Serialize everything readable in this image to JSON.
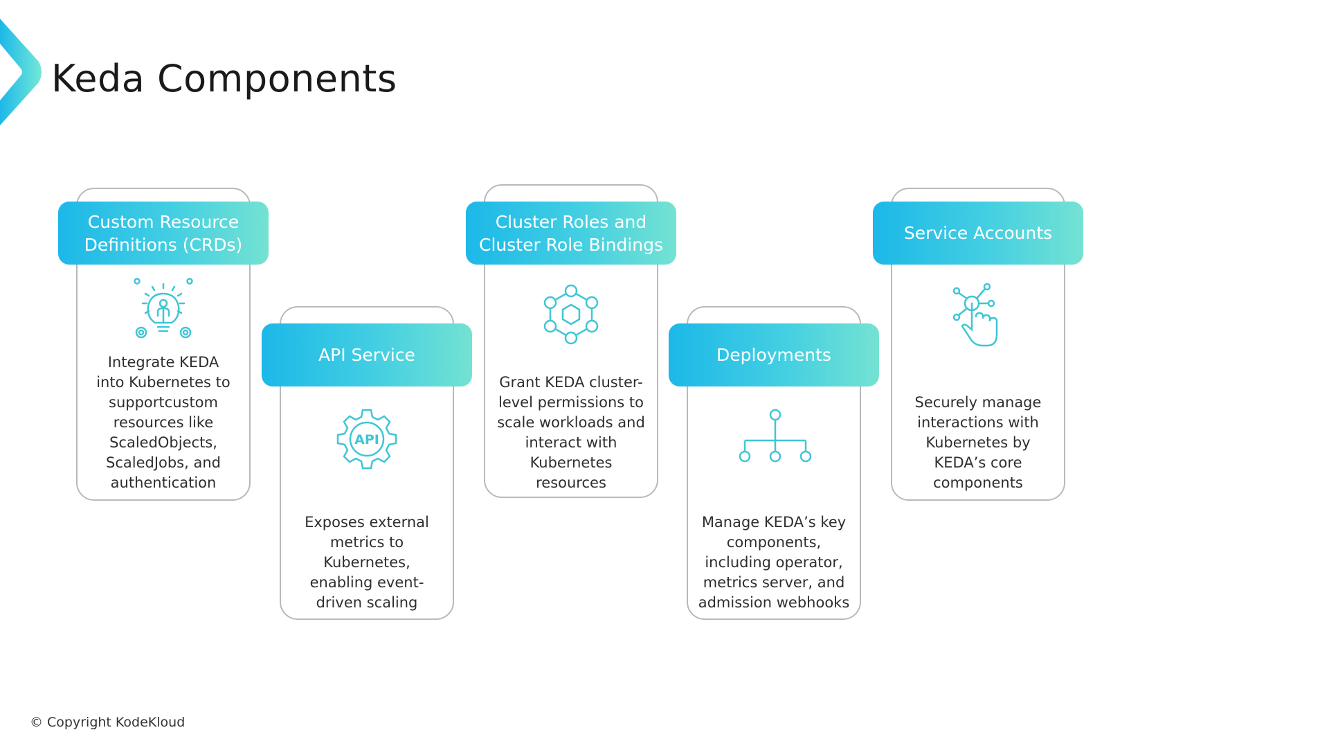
{
  "title": "Keda Components",
  "colors": {
    "gradient_start": "#1cb8e8",
    "gradient_end": "#74e2d2",
    "icon": "#3ec6d6",
    "border": "#b9b9b9"
  },
  "cards": [
    {
      "title_lines": [
        "Custom Resource",
        "Definitions (CRDs)"
      ],
      "icon": "lightbulb-person-gears-icon",
      "description_lines": [
        "Integrate KEDA",
        "into Kubernetes to",
        "supportcustom",
        "resources like",
        "ScaledObjects,",
        "ScaledJobs, and",
        "authentication"
      ]
    },
    {
      "title_lines": [
        "API Service"
      ],
      "icon": "api-gear-icon",
      "icon_text": "API",
      "description_lines": [
        "Exposes external",
        "metrics to",
        "Kubernetes,",
        "enabling event-",
        "driven scaling"
      ]
    },
    {
      "title_lines": [
        "Cluster Roles and",
        "Cluster Role Bindings"
      ],
      "icon": "hexagon-network-icon",
      "description_lines": [
        "Grant KEDA cluster-",
        "level permissions to",
        "scale workloads and",
        "interact with",
        "Kubernetes",
        "resources"
      ]
    },
    {
      "title_lines": [
        "Deployments"
      ],
      "icon": "hierarchy-tree-icon",
      "description_lines": [
        "Manage KEDA’s key",
        "components,",
        "including operator,",
        "metrics server, and",
        "admission webhooks"
      ]
    },
    {
      "title_lines": [
        "Service Accounts"
      ],
      "icon": "hand-touch-network-icon",
      "description_lines": [
        "Securely manage",
        "interactions with",
        "Kubernetes by",
        "KEDA’s core",
        "components"
      ]
    }
  ],
  "footer": {
    "copyright": "© Copyright KodeKloud"
  }
}
